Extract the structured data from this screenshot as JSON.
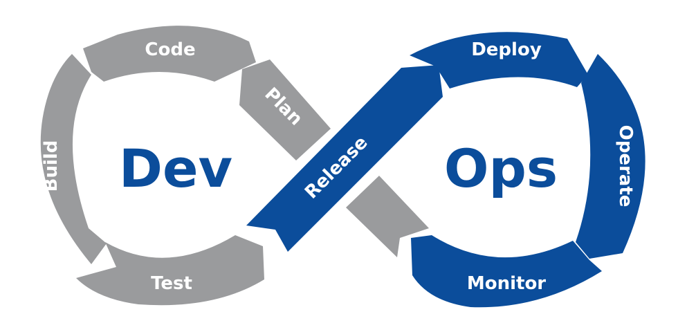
{
  "diagram": {
    "left_word": "Dev",
    "right_word": "Ops",
    "stages": {
      "plan": "Plan",
      "code": "Code",
      "build": "Build",
      "test": "Test",
      "release": "Release",
      "deploy": "Deploy",
      "operate": "Operate",
      "monitor": "Monitor"
    },
    "colors": {
      "dev_side": "#9a9b9d",
      "ops_side": "#0b4d9b",
      "background": "#ffffff"
    }
  }
}
